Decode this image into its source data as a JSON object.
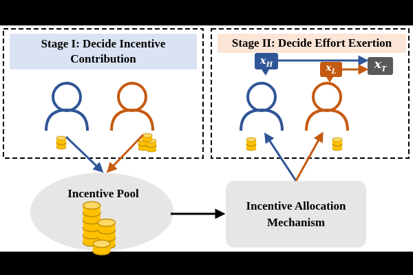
{
  "stage1": {
    "title_line1": "Stage I: Decide Incentive",
    "title_line2": "Contribution"
  },
  "stage2": {
    "title": "Stage II: Decide Effort Exertion"
  },
  "pool": {
    "label": "Incentive Pool"
  },
  "mechanism": {
    "label_line1": "Incentive Allocation",
    "label_line2": "Mechanism"
  },
  "vars": {
    "xH_base": "x",
    "xH_sub": "H",
    "xL_base": "x",
    "xL_sub": "L",
    "xT_base": "x",
    "xT_sub": "T"
  },
  "colors": {
    "blue": "#2f5597",
    "orange": "#c55a11",
    "gold": "#ffc000",
    "gray_box": "#e7e6e6",
    "xT_box": "#595959"
  }
}
